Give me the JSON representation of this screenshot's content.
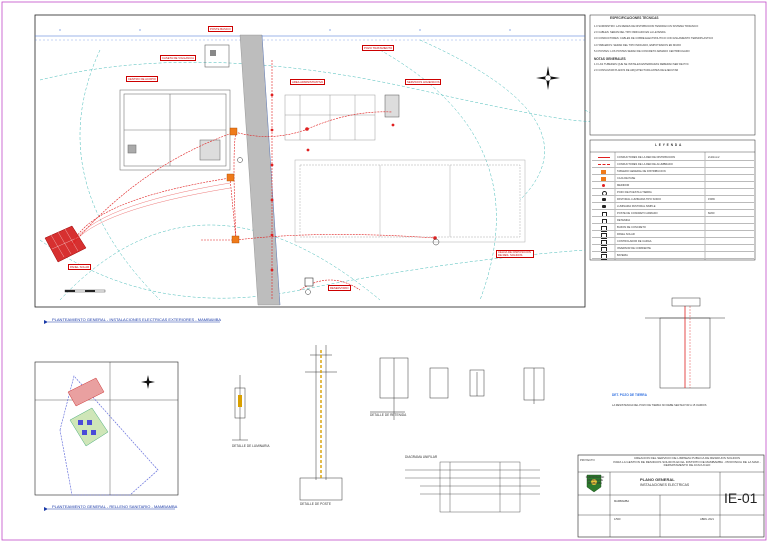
{
  "plan_title": "PLANTEAMIENTO GENERAL - INSTALACIONES ELECTRICAS EXTERIORES - MAMBAMBA",
  "inset_title": "PLANTEAMIENTO GENERAL - RELLENO SANITARIO - MAMBAMBA",
  "tags": {
    "poste": "POSTE BASICO",
    "caseta": "CASETA DE VIGILANCIA",
    "centro": "CENTRO DE ACOPIO",
    "area_adm": "AREA ADMINISTRATIVA",
    "pozo": "POZO TRATAMIENTO",
    "sshh": "SERVICIOS HIGIENICOS",
    "panel": "PANEL SOLAR",
    "reservorio": "RESERVORIO",
    "celda": "CELDA DE DISPOSICION DE RES. SOLIDOS"
  },
  "specs_title": "ESPECIFICACIONES TECNICAS",
  "specs": [
    "1.0 SUMINISTRO: LAS REDES DE DISTRIBUCION TENDRAN UN SISTEMA TRIFASICO",
    "2.0 CABLES: SERAN DEL TIPO INDICADO EN LA LEYENDA",
    "3.0 CONDUCTORES: CABLES DE COBRE ELECTROLITICO CON AISLAMIENTO TERMOPLASTICO",
    "4.0 TABLEROS: SERAN DEL TIPO INDICADO, EMPOTRADOS EN MURO",
    "5.0 POSTES: LOS POSTES SERAN DE CONCRETO ARMADO CENTRIFUGADO"
  ],
  "notes_title": "NOTAS GENERALES",
  "notes": [
    "1.0 LAS TUBERIAS QUE SE INSTALEN ENTERRADAS DEBERAN SER DE PVC",
    "2.0 CONSULTAR PLANOS DE ARQUITECTURA ANTES DE EJECUTAR"
  ],
  "legend_title": "L E Y E N D A",
  "legend": [
    {
      "sym": "line-red",
      "desc": "CONDUCTORES DE LA RED DE DISTRIBUCION",
      "val": "2x10mm2"
    },
    {
      "sym": "line-dash",
      "desc": "CONDUCTORES DE LA RED DE ALUMBRADO",
      "val": ""
    },
    {
      "sym": "box-orange",
      "desc": "TABLERO GENERAL DE DISTRIBUCION",
      "val": ""
    },
    {
      "sym": "box-orange",
      "desc": "CAJA DE PASE",
      "val": ""
    },
    {
      "sym": "dot",
      "desc": "MEDIDOR",
      "val": ""
    },
    {
      "sym": "circle",
      "desc": "POZO DE PUESTA A TIERRA",
      "val": ""
    },
    {
      "sym": "lamp",
      "desc": "PASTORAL LUMINARIA TIPO SODIO",
      "val": "150W"
    },
    {
      "sym": "lamp",
      "desc": "LUMINARIA PASTORAL SIMPLE",
      "val": ""
    },
    {
      "sym": "pole",
      "desc": "POSTE DE CONCRETO ARMADO",
      "val": "8/200"
    },
    {
      "sym": "pole",
      "desc": "RETENIDA",
      "val": ""
    },
    {
      "sym": "sq",
      "desc": "BUZON DE CONCRETO",
      "val": ""
    },
    {
      "sym": "sq",
      "desc": "PANEL SOLAR",
      "val": ""
    },
    {
      "sym": "sq",
      "desc": "CONTROLADOR DE CARGA",
      "val": ""
    },
    {
      "sym": "sq",
      "desc": "INVERSOR DE CORRIENTE",
      "val": ""
    },
    {
      "sym": "sq",
      "desc": "BATERIA",
      "val": ""
    }
  ],
  "details": {
    "pole": "DETALLE DE POSTE",
    "luminaria": "DETALLE DE LUMINARIA",
    "tierra": "DET. POZO DE TIERRA",
    "tierra_note": "LA RESISTENCIA DEL POZO DE TIERRA NO DEBE SER MAYOR A 15 OHMIOS",
    "retenida": "DETALLE DE RETENIDA",
    "diagram": "DIAGRAMA UNIFILAR"
  },
  "title_block": {
    "header_1": "CREACION DEL SERVICIO DE LIMPIEZA PUBLICA DE RESIDUOS SOLIDOS",
    "header_2": "PARA LA GESTION DE RESIDUOS SOLIDOS EN EL DISTRITO DE MAMBAMBA - PROVINCIA DE LA MAR - DEPARTAMENTO DE AYACUCHO",
    "proyecto": "PROYECTO:",
    "entity": "MUNICIPALIDAD DISTRITAL DE MAMBAMBA",
    "plan_name": "PLANO GENERAL",
    "plan_sub": "INSTALACIONES ELECTRICAS",
    "distrito": "MAMBAMBA",
    "escala": "1/500",
    "fecha": "ABRIL 2021",
    "code": "IE-01"
  },
  "colors": {
    "frame": "#c24bc9",
    "red": "#e02020",
    "cyan": "#3fb9b6",
    "blue": "#1a3aa8",
    "orange": "#ef7a1a"
  }
}
